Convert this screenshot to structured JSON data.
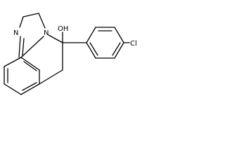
{
  "molecule": {
    "labels": {
      "nitrogen_imine": "N",
      "nitrogen_amine": "N",
      "hydroxyl": "OH",
      "chlorine": "Cl"
    },
    "colors": {
      "bond": "#000000",
      "label": "#000000",
      "background": "#ffffff"
    }
  }
}
